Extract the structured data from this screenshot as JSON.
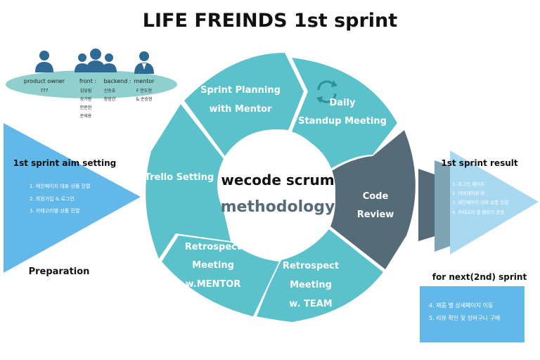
{
  "title": "LIFE FREINDS 1st sprint",
  "team": {
    "product_owner_label": "product owner",
    "product_owner_name": "???",
    "front_label": "front :",
    "front_members": [
      "김유림",
      "송가람",
      "안준현",
      "문세용"
    ],
    "backend_label": "backend :",
    "backend_members": [
      "신승호",
      "장범건"
    ],
    "mentor_label": "mentor",
    "mentor_members": [
      "F 안도현",
      "& 손승현"
    ]
  },
  "cycle": {
    "sprint_planning": [
      "Sprint Planning",
      "with Mentor"
    ],
    "daily_standup": [
      "Daily",
      "Standup Meeting"
    ],
    "code_review": [
      "Code",
      "Review"
    ],
    "retro_team": [
      "Retrospect",
      "Meeting",
      "w. TEAM"
    ],
    "retro_mentor": [
      "Retrospect",
      "Meeting",
      "w.MENTOR"
    ],
    "trello": "Trello Setting"
  },
  "center": {
    "line1": "wecode scrum",
    "line2": "methodology"
  },
  "preparation": {
    "heading": "1st sprint aim setting",
    "items": [
      "1. 메인페이지 대표 상품 진열",
      "2. 회원가입 & 로그인",
      "3. 카테고리별 상품 진열"
    ],
    "label": "Preparation"
  },
  "result": {
    "heading": "1st sprint result",
    "items": [
      "1. 로그인 페이지",
      "2. 네비게이션 바",
      "3. 메인페이지 대표 상품 진열",
      "4. 카테고리 별 페이지 정렬"
    ]
  },
  "next": {
    "heading": "for next(2nd) sprint",
    "items": [
      "4. 제품 별 상세페이지 이동",
      "5. 리뷰 확인 및 장바구니 구매"
    ]
  },
  "colors": {
    "teal": "#5bc2cb",
    "dark_slate": "#566b78",
    "blue": "#63b8ea",
    "light_blue": "#a9d8f1",
    "ellipse": "#8fcfcd",
    "person": "#2f6a94"
  }
}
